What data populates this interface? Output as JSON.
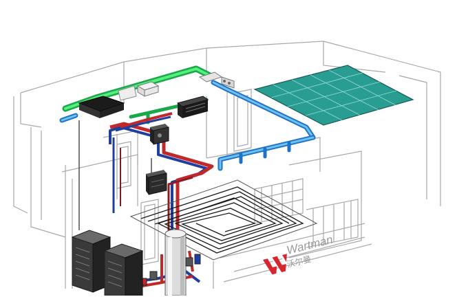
{
  "brand": {
    "name_latin": "Wartman",
    "name_chinese": "沃尔曼",
    "colors": {
      "logo_red": "#d7262e",
      "logo_text": "#9a9a9a"
    }
  },
  "diagram": {
    "components": [
      "outdoor-unit-left",
      "outdoor-unit-right",
      "water-tank",
      "fresh-air-unit",
      "ceiling-fan-coil",
      "wall-control-box",
      "floor-heating-manifold",
      "floor-heating-coil",
      "radiant-ceiling-panel"
    ],
    "pipe_colors": {
      "supply_hot": "#c0282c",
      "return_cold": "#1f3f9f",
      "air_fresh": "#2ed65a",
      "air_exhaust": "#3aa0e6",
      "panel": "#2a9d93",
      "wall_line": "#9a9a9a"
    }
  }
}
